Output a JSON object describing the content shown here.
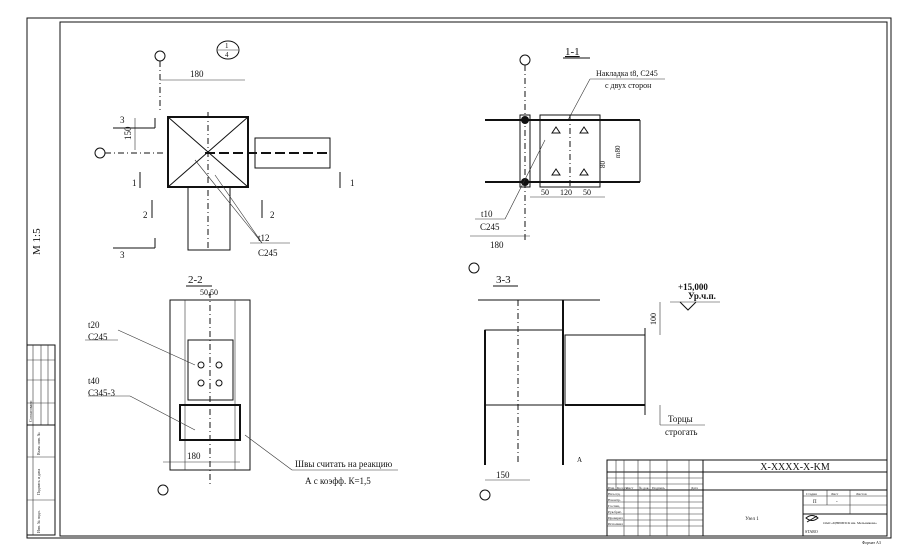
{
  "scale": "М 1:5",
  "node_ref": {
    "top": "1",
    "bottom": "4"
  },
  "plan": {
    "dim_width": "180",
    "dim_height": "150",
    "section_marks": [
      "3",
      "3",
      "1",
      "1",
      "2",
      "2"
    ],
    "plate_label": "t12",
    "plate_steel": "C245"
  },
  "section_1_1": {
    "title": "1-1",
    "note_line1": "Накладка t8, C245",
    "note_line2": "с двух сторон",
    "dim_pitch": "m80",
    "dim_80": "80",
    "dims_bottom": [
      "50",
      "120",
      "50"
    ],
    "plate_label": "t10",
    "plate_steel": "C245",
    "dim_width": "180"
  },
  "section_2_2": {
    "title": "2-2",
    "dim_top": "50,50",
    "plate1_label": "t20",
    "plate1_steel": "C245",
    "plate2_label": "t40",
    "plate2_steel": "C345-3",
    "dim_width": "180",
    "note_line1": "Швы считать на реакцию",
    "note_line2": "А  с коэфф. К=1,5"
  },
  "section_3_3": {
    "title": "3-3",
    "elevation": "+15,000",
    "elevation_label": "Ур.ч.п.",
    "dim_100": "100",
    "note_line1": "Торцы",
    "note_line2": "строгать",
    "dim_width": "150",
    "reaction_mark": "A"
  },
  "title_block": {
    "code": "X-XXXX-X-KM",
    "col_headers": [
      "Изм.",
      "Кол.уч.",
      "Лист",
      "№ док.",
      "Подпись",
      "Дата"
    ],
    "roles": [
      "Нач.отд.",
      "Н.контр.",
      "Гл.спец.",
      "Рук.бриг.",
      "Проверил",
      "Исполнил"
    ],
    "sheet_name": "Узел 1",
    "stage_headers": [
      "Стадия",
      "Лист",
      "Листов"
    ],
    "stage": "П",
    "sheet": "-",
    "org_logo": "STARO",
    "org_name": "ОАО «ЦНИИПСК им. Мельникова»",
    "format": "Формат А3"
  },
  "side_stamp": [
    "Согласовано",
    "Взам. инв. №",
    "Подпись и дата",
    "Инв. № подл."
  ]
}
